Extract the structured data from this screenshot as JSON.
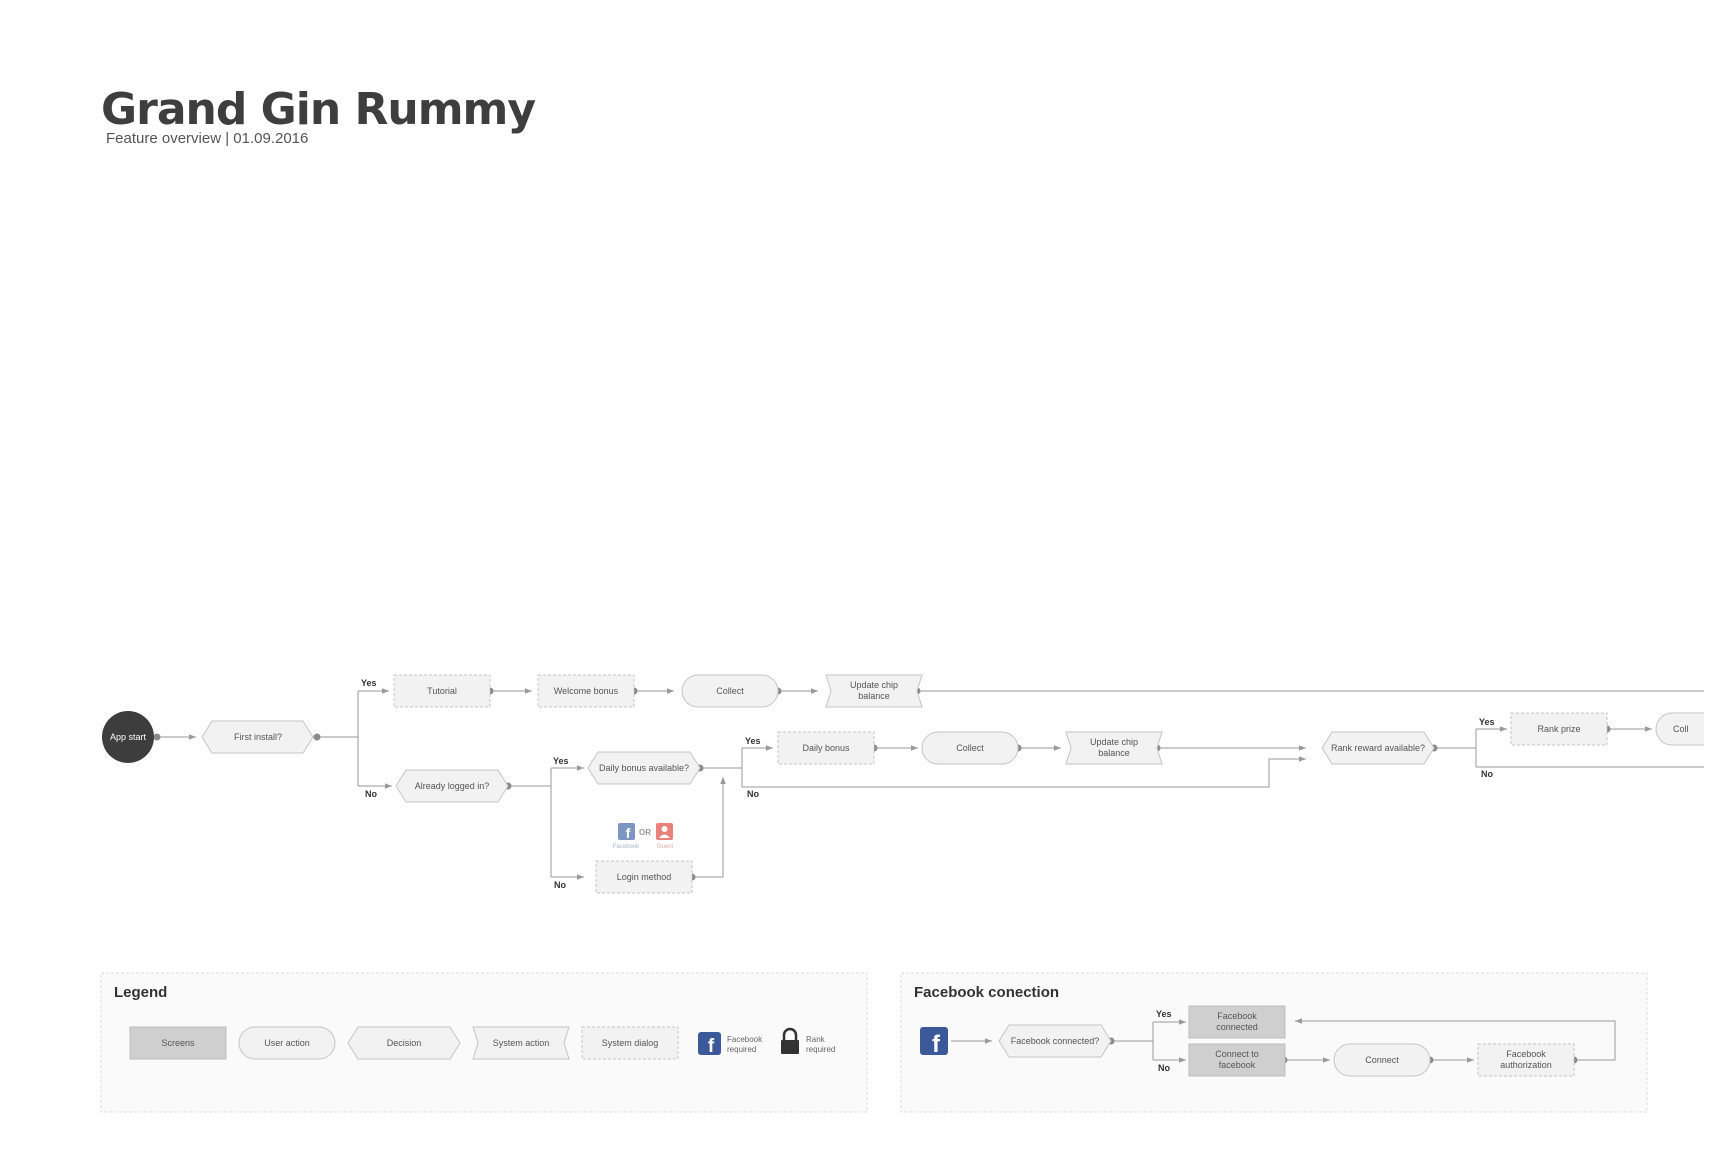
{
  "header": {
    "title": "Grand Gin Rummy",
    "subtitle": "Feature overview | 01.09.2016"
  },
  "flow": {
    "app_start": "App start",
    "first_install": "First install?",
    "tutorial": "Tutorial",
    "welcome_bonus": "Welcome bonus",
    "collect_1": "Collect",
    "update_chip_1": [
      "Update chip",
      "balance"
    ],
    "already_logged_in": "Already logged in?",
    "daily_bonus_available": "Daily bonus available?",
    "daily_bonus": "Daily bonus",
    "collect_2": "Collect",
    "update_chip_2": [
      "Update chip",
      "balance"
    ],
    "rank_reward_available": "Rank reward available?",
    "rank_prize": "Rank prize",
    "collect_3": "Coll",
    "login_method": "Login method",
    "login_or": "OR",
    "login_facebook": "Facebook",
    "login_guest": "Guest",
    "yes": "Yes",
    "no": "No"
  },
  "legend": {
    "title": "Legend",
    "screens": "Screens",
    "user_action": "User action",
    "decision": "Decision",
    "system_action": "System action",
    "system_dialog": "System dialog",
    "facebook_required": [
      "Facebook",
      "required"
    ],
    "rank_required": [
      "Rank",
      "required"
    ]
  },
  "facebook_connection": {
    "title": "Facebook conection",
    "facebook_connected_q": "Facebook connected?",
    "facebook_connected": [
      "Facebook",
      "connected"
    ],
    "connect_to_facebook": [
      "Connect to",
      "facebook"
    ],
    "connect": "Connect",
    "facebook_authorization": [
      "Facebook",
      "authorization"
    ],
    "yes": "Yes",
    "no": "No"
  },
  "colors": {
    "line": "#9a9a9a",
    "dot": "#8a8a8a",
    "node_fill": "#f2f2f2",
    "node_stroke": "#c4c4c4",
    "screen_fill": "#cfcfcf",
    "start_fill": "#3d3d3d",
    "facebook_blue": "#3b5998",
    "guest_red": "#e8817a"
  }
}
